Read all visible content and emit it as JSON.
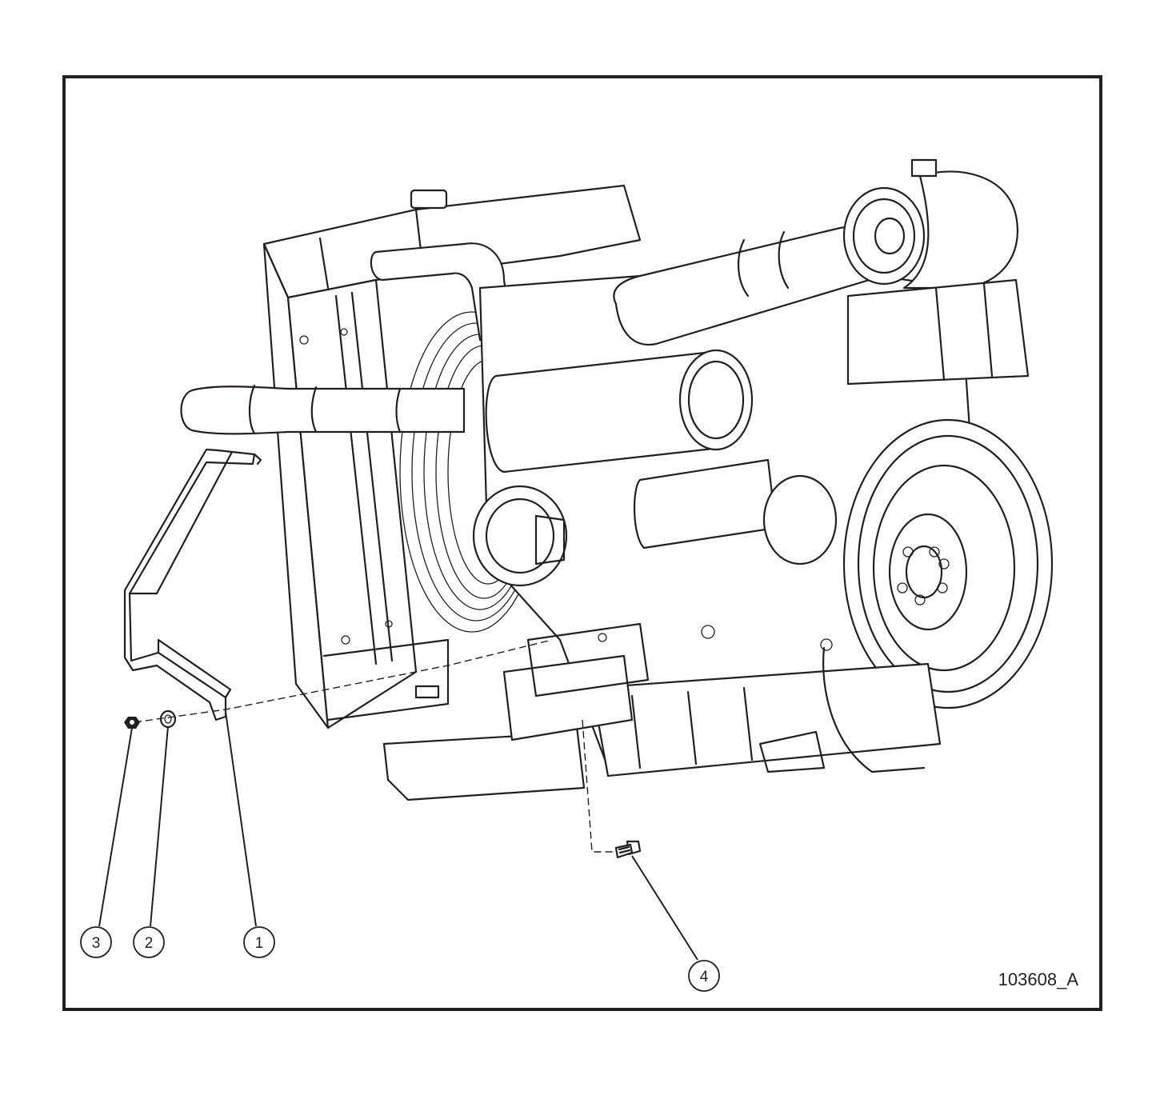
{
  "figure_id": "103608_A",
  "callouts": [
    {
      "number": "1",
      "part": "bracket"
    },
    {
      "number": "2",
      "part": "washer"
    },
    {
      "number": "3",
      "part": "nut"
    },
    {
      "number": "4",
      "part": "bolt"
    }
  ],
  "colors": {
    "line": "#231f20",
    "background": "#ffffff"
  }
}
